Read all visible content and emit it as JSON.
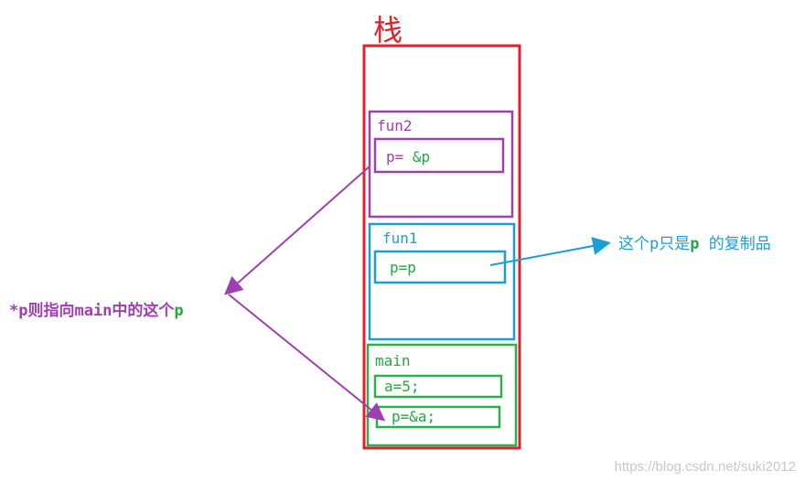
{
  "stack_title": "栈",
  "frames": {
    "fun2": {
      "label": "fun2",
      "var_prefix": "p= ",
      "var_value": "&p"
    },
    "fun1": {
      "label": "fun1",
      "var_text": "p=p"
    },
    "main": {
      "label": "main",
      "var_a": "a=5;",
      "var_p": "p=&a;"
    }
  },
  "annotations": {
    "left_prefix": "*p则指向main中的这个",
    "left_suffix": "p",
    "right_part1": "这个p只是",
    "right_part2": "p",
    "right_part3": " 的复制品"
  },
  "watermark": "https://blog.csdn.net/suki2012",
  "colors": {
    "stack": "#e0202c",
    "fun2": "#a040b0",
    "fun1": "#1a9ed8",
    "main": "#2db04a",
    "value_green": "#22a844",
    "watermark": "#c8c8c8"
  }
}
